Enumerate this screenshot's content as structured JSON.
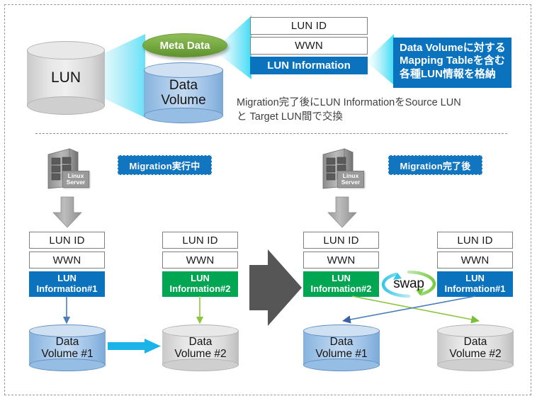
{
  "diagram": {
    "title": "LUN Migration / LUN Information swap",
    "colors": {
      "accent_blue": "#0b72bd",
      "badge_blue": "#1175c0",
      "accent_green": "#00a651",
      "meta_green": "#7aad44",
      "cyan_arrow": "#1cb4e8",
      "wedge_cyan": "#7fe9f7",
      "gray_arrow": "#808080",
      "block_arrow": "#565656",
      "frame_dash": "#9a9a9a"
    }
  },
  "top": {
    "lun_cylinder_label": "LUN",
    "meta_data_label": "Meta Data",
    "data_volume_label_line1": "Data",
    "data_volume_label_line2": "Volume",
    "fields": [
      {
        "label": "LUN ID",
        "style": "white"
      },
      {
        "label": "WWN",
        "style": "white"
      },
      {
        "label": "LUN Information",
        "style": "blue"
      }
    ],
    "callout": {
      "line1": "Data Volumeに対する",
      "line2": "Mapping Tableを含む",
      "line3": "各種LUN情報を格納"
    },
    "caption": {
      "line1": "Migration完了後にLUN InformationをSource LUN",
      "line2": "と Target LUN間で交換"
    }
  },
  "bottom": {
    "panels": [
      {
        "badge": "Migration実行中",
        "server": {
          "line1": "Linux",
          "line2": "Server"
        },
        "left_stack": {
          "lun_id": "LUN ID",
          "wwn": "WWN",
          "info_line1": "LUN",
          "info_line2": "Information#1",
          "info_color": "blue"
        },
        "right_stack": {
          "lun_id": "LUN ID",
          "wwn": "WWN",
          "info_line1": "LUN",
          "info_line2": "Information#2",
          "info_color": "green"
        },
        "left_volume": {
          "line1": "Data",
          "line2": "Volume #1",
          "color": "blue"
        },
        "right_volume": {
          "line1": "Data",
          "line2": "Volume #2",
          "color": "gray"
        }
      },
      {
        "badge": "Migration完了後",
        "server": {
          "line1": "Linux",
          "line2": "Server"
        },
        "left_stack": {
          "lun_id": "LUN ID",
          "wwn": "WWN",
          "info_line1": "LUN",
          "info_line2": "Information#2",
          "info_color": "green"
        },
        "right_stack": {
          "lun_id": "LUN ID",
          "wwn": "WWN",
          "info_line1": "LUN",
          "info_line2": "Information#1",
          "info_color": "blue"
        },
        "left_volume": {
          "line1": "Data",
          "line2": "Volume #1",
          "color": "blue"
        },
        "right_volume": {
          "line1": "Data",
          "line2": "Volume #2",
          "color": "gray"
        },
        "swap_label": "swap"
      }
    ]
  }
}
